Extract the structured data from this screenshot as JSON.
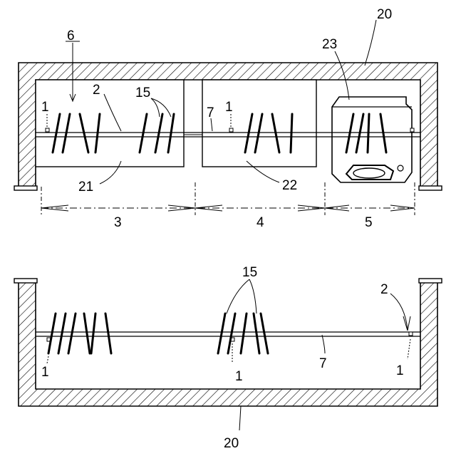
{
  "top": {
    "labels": {
      "outer_frame": "20",
      "bristle_section": "6",
      "sensor_left": "1",
      "conveyor_left": "2",
      "bristle_group": "15",
      "shaft": "7",
      "sensor_mid": "1",
      "camera_unit": "23",
      "chamber_left": "21",
      "chamber_mid": "22",
      "zone_1": "3",
      "zone_2": "4",
      "zone_3": "5"
    }
  },
  "bottom": {
    "labels": {
      "bristle_group": "15",
      "conveyor": "2",
      "sensor_left": "1",
      "sensor_mid": "1",
      "sensor_right": "1",
      "shaft": "7",
      "outer_frame": "20"
    }
  }
}
